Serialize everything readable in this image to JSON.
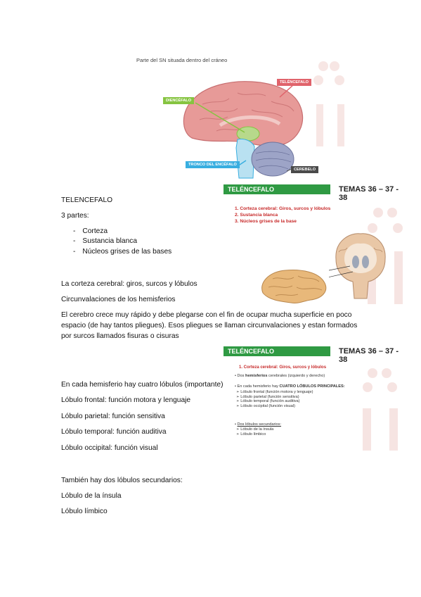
{
  "figure_top": {
    "caption": "Parte del SN situada dentro del cráneo",
    "labels": {
      "telencefalo": "TELÉNCEFALO",
      "diencefalo": "DIENCÉFALO",
      "tronco": "TRONCO DEL ENCÉFALO",
      "cerebelo": "CEREBELO"
    },
    "colors": {
      "telencefalo": "#e0636b",
      "diencefalo": "#86c441",
      "tronco": "#38aee0",
      "cerebelo": "#4a4a4a"
    }
  },
  "slide1": {
    "header": "TELÉNCEFALO",
    "temas": "TEMAS 36 – 37 - 38",
    "items": [
      "1. Corteza cerebral: Giros, surcos y lóbulos",
      "2. Sustancia blanca",
      "3. Núcleos grises de la base"
    ]
  },
  "slide2": {
    "header": "TELÉNCEFALO",
    "temas": "TEMAS 36 – 37 - 38",
    "subtitle": "1. Corteza cerebral: Giros, surcos y lóbulos",
    "line1_prefix": "Dos ",
    "line1_bold": "hemisferios",
    "line1_suffix": " cerebrales (izquierdo y derecho)",
    "line2_prefix": "En cada hemisferio hay ",
    "line2_bold": "CUATRO LÓBULOS PRINCIPALES:",
    "principal": [
      "Lóbulo frontal (función motora y lenguaje)",
      "Lóbulo parietal (función sensitiva)",
      "Lóbulo temporal (función auditiva)",
      "Lóbulo occipital (función visual)"
    ],
    "secondary_title": "Dos lóbulos secundarios:",
    "secondary": [
      "Lóbulo de la ínsula",
      "Lóbulo límbico"
    ]
  },
  "doc": {
    "heading": "TELENCEFALO",
    "parts_intro": "3 partes:",
    "parts": [
      "Corteza",
      "Sustancia blanca",
      "Núcleos grises de las bases"
    ],
    "bullet": "-",
    "cortex_title": "La corteza cerebral: giros, surcos y lóbulos",
    "circ": "Circunvalaciones de los hemisferios",
    "para": "El cerebro crece muy rápido y debe plegarse con el fin de ocupar mucha superficie en poco espacio (de hay tantos pliegues). Esos pliegues se llaman circunvalaciones y estan formados por surcos llamados fisuras o cisuras",
    "lobes_intro": "En cada hemisferio hay cuatro lóbulos (importante)",
    "lobes": [
      "Lóbulo frontal: función motora y lenguaje",
      "Lóbulo parietal: función sensitiva",
      "Lóbulo temporal: función auditiva",
      "Lóbulo occipital: función visual"
    ],
    "secondary_intro": "También hay dos lóbulos secundarios:",
    "secondary": [
      "Lóbulo de la ínsula",
      "Lóbulo límbico"
    ]
  }
}
